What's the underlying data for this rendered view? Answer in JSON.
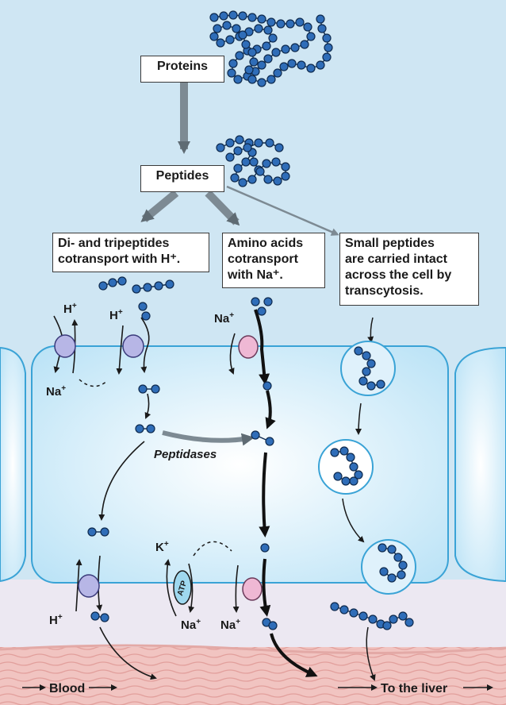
{
  "labels": {
    "proteins": "Proteins",
    "peptides": "Peptides",
    "di_tri": "Di- and tripeptides\ncotransport with H⁺.",
    "amino": "Amino acids\ncotransport\nwith Na⁺.",
    "small": "Small peptides\nare carried intact\nacross the cell by\ntranscytosis.",
    "peptidases": "Peptidases",
    "blood": "Blood",
    "liver": "To the liver",
    "h": "H",
    "na": "Na",
    "k": "K",
    "plus": "+",
    "atp": "ATP"
  },
  "colors": {
    "lumen": "#cfe6f3",
    "cell": "#d4eefa",
    "membrane": "#3aa3d6",
    "interstitial": "#ece8f2",
    "capillary": "#f2c6c3",
    "bead": "#2f6db8",
    "grey_arrow": "#7d8a93",
    "h_transporter": "#b7b6e6",
    "na_transporter": "#efb8d4"
  }
}
